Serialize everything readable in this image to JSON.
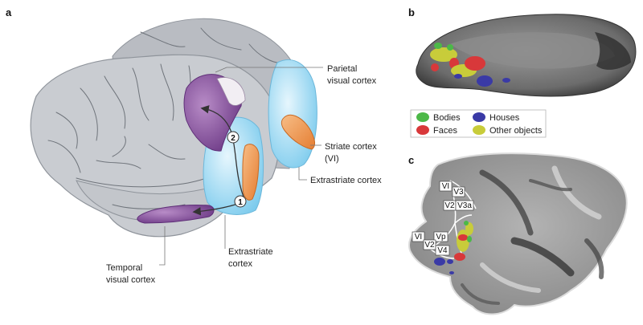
{
  "panels": {
    "a": "a",
    "b": "b",
    "c": "c"
  },
  "labels": {
    "parietal_1": "Parietal",
    "parietal_2": "visual cortex",
    "striate_1": "Striate cortex",
    "striate_2": "(VI)",
    "extrastriate_right": "Extrastriate cortex",
    "extrastriate_bottom_1": "Extrastriate",
    "extrastriate_bottom_2": "cortex",
    "temporal_1": "Temporal",
    "temporal_2": "visual cortex"
  },
  "pathway_markers": [
    "1",
    "2"
  ],
  "legend": [
    {
      "label": "Bodies",
      "color": "#4cb848"
    },
    {
      "label": "Houses",
      "color": "#3a3aa6"
    },
    {
      "label": "Faces",
      "color": "#d8383a"
    },
    {
      "label": "Other objects",
      "color": "#c8cc3a"
    }
  ],
  "visual_areas": [
    "VI",
    "V3",
    "V2",
    "V3a",
    "VI",
    "Vp",
    "V2",
    "V4"
  ],
  "colors": {
    "brain": "#c9ccd1",
    "visual_blue": "#a9dcf3",
    "purple": "#8a4d9e",
    "orange": "#f09a55"
  }
}
